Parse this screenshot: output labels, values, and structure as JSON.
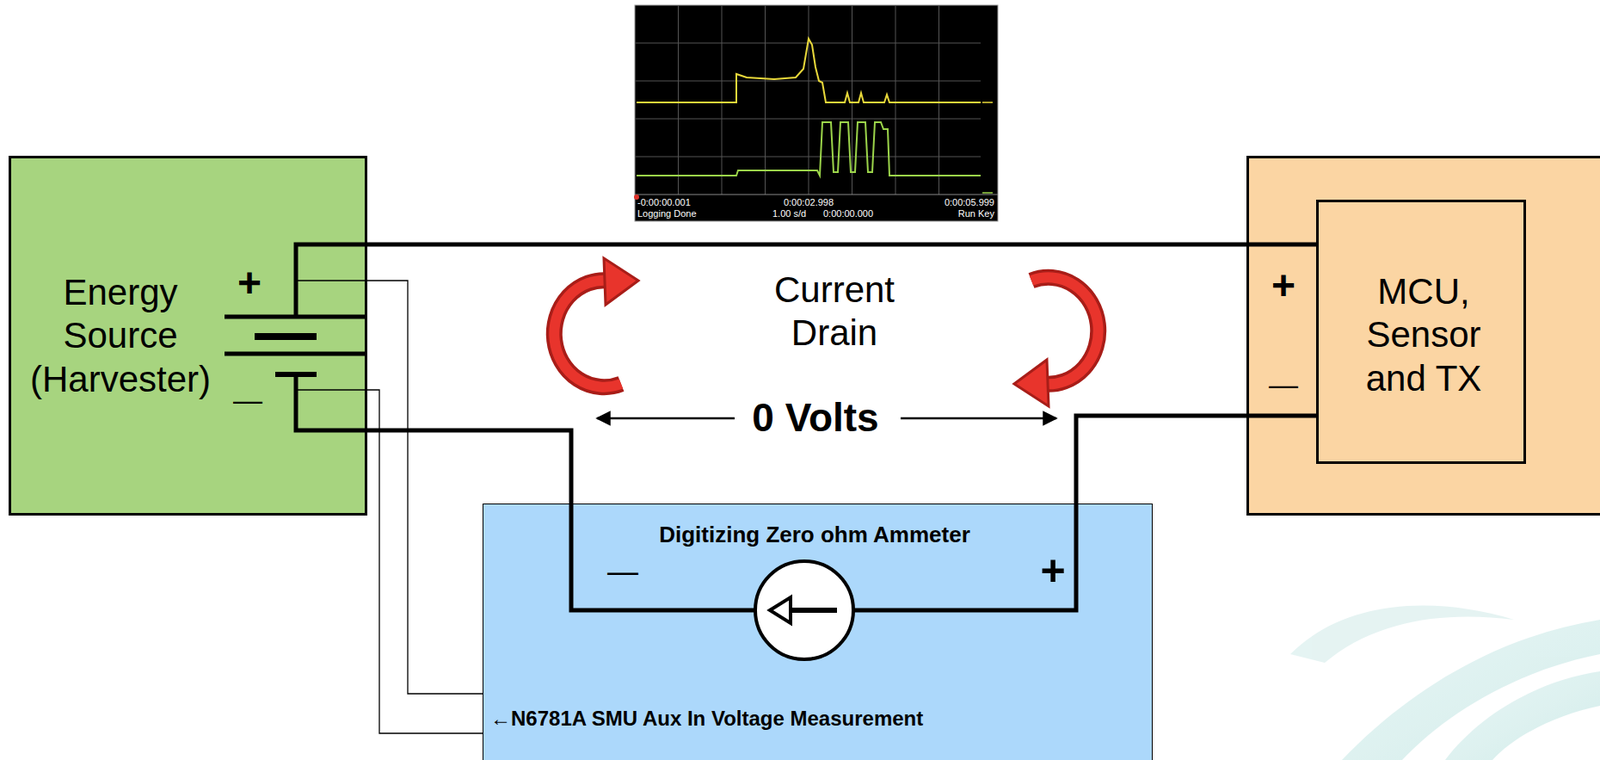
{
  "diagram": {
    "nodes": [
      {
        "text": [
          "Energy Source (Harvester)"
        ]
      },
      {
        "text": [
          "+",
          "—"
        ]
      },
      {
        "text": [
          "MCU, Sensor and TX"
        ],
        "in": 1
      },
      {
        "text": [
          "Digitizing Zero ohm Ammeter",
          "—",
          "+",
          "←N6781A SMU Aux In Voltage Measurement"
        ]
      }
    ],
    "edges": [
      {
        "from": 0,
        "to": 2,
        "arrow": "none"
      },
      {
        "from": 0,
        "to": 3,
        "arrow": "none"
      },
      {
        "from": 3,
        "to": 2,
        "arrow": "none"
      },
      {
        "from": 0,
        "to": 3,
        "arrow": "none"
      },
      {
        "from": 0,
        "to": 3,
        "arrow": "none"
      }
    ],
    "labels": [
      "-0:00:00.001",
      "0:00:02.998",
      "0:00:05.999",
      "Logging Done",
      "1.00 s/d",
      "0:00:00.000",
      "Run Key",
      "+",
      "—",
      "Current Drain",
      "0 Volts"
    ]
  }
}
